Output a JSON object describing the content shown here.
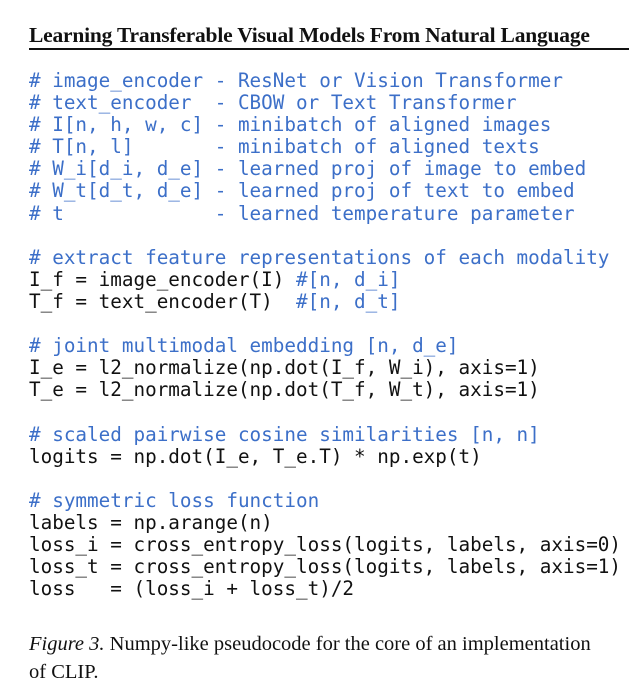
{
  "title": "Learning Transferable Visual Models From Natural Language",
  "code_lines": [
    {
      "text": "# image_encoder - ResNet or Vision Transformer",
      "kind": "comment"
    },
    {
      "text": "# text_encoder  - CBOW or Text Transformer",
      "kind": "comment"
    },
    {
      "text": "# I[n, h, w, c] - minibatch of aligned images",
      "kind": "comment"
    },
    {
      "text": "# T[n, l]       - minibatch of aligned texts",
      "kind": "comment"
    },
    {
      "text": "# W_i[d_i, d_e] - learned proj of image to embed",
      "kind": "comment"
    },
    {
      "text": "# W_t[d_t, d_e] - learned proj of text to embed",
      "kind": "comment"
    },
    {
      "text": "# t             - learned temperature parameter",
      "kind": "comment"
    },
    {
      "text": "",
      "kind": "blank"
    },
    {
      "text": "# extract feature representations of each modality",
      "kind": "comment"
    },
    {
      "text": "I_f = image_encoder(I) ",
      "kind": "code",
      "trail": "#[n, d_i]"
    },
    {
      "text": "T_f = text_encoder(T)  ",
      "kind": "code",
      "trail": "#[n, d_t]"
    },
    {
      "text": "",
      "kind": "blank"
    },
    {
      "text": "# joint multimodal embedding [n, d_e]",
      "kind": "comment"
    },
    {
      "text": "I_e = l2_normalize(np.dot(I_f, W_i), axis=1)",
      "kind": "code"
    },
    {
      "text": "T_e = l2_normalize(np.dot(T_f, W_t), axis=1)",
      "kind": "code"
    },
    {
      "text": "",
      "kind": "blank"
    },
    {
      "text": "# scaled pairwise cosine similarities [n, n]",
      "kind": "comment"
    },
    {
      "text": "logits = np.dot(I_e, T_e.T) * np.exp(t)",
      "kind": "code"
    },
    {
      "text": "",
      "kind": "blank"
    },
    {
      "text": "# symmetric loss function",
      "kind": "comment"
    },
    {
      "text": "labels = np.arange(n)",
      "kind": "code"
    },
    {
      "text": "loss_i = cross_entropy_loss(logits, labels, axis=0)",
      "kind": "code"
    },
    {
      "text": "loss_t = cross_entropy_loss(logits, labels, axis=1)",
      "kind": "code"
    },
    {
      "text": "loss   = (loss_i + loss_t)/2",
      "kind": "code"
    }
  ],
  "caption": {
    "label": "Figure 3.",
    "text": " Numpy-like pseudocode for the core of an implementation of CLIP."
  },
  "colors": {
    "comment": "#3c6fc8",
    "text": "#111111"
  }
}
